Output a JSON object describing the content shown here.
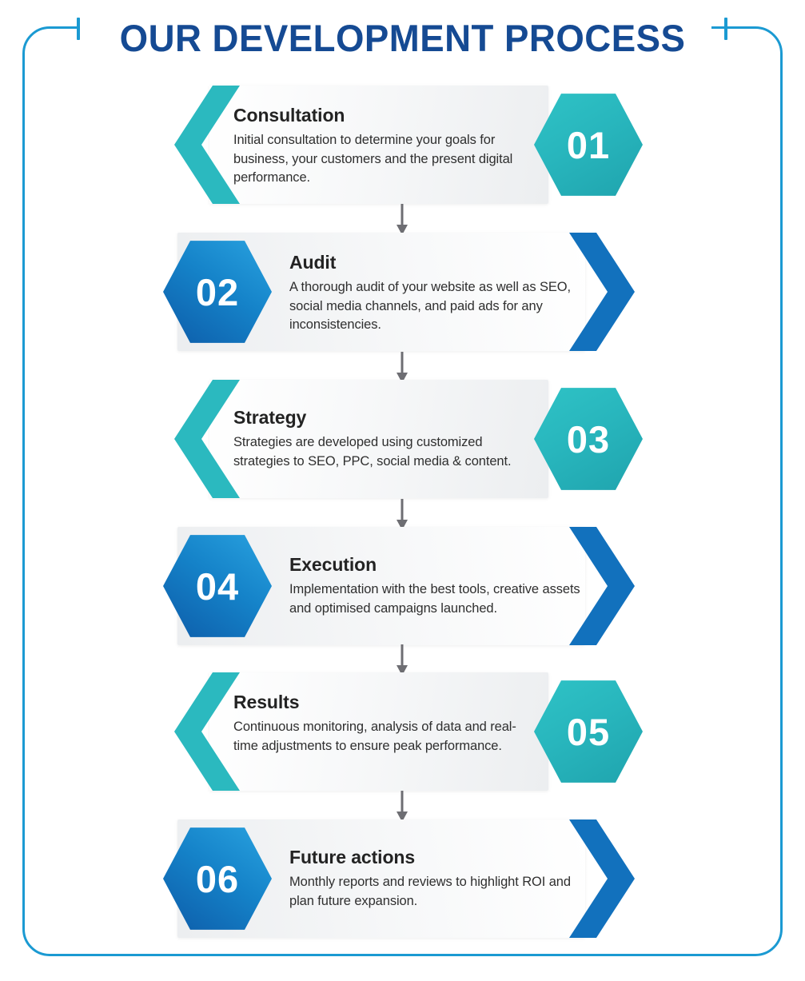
{
  "page": {
    "title": "OUR DEVELOPMENT PROCESS",
    "title_color": "#154a93",
    "frame_color": "#1b9ad2",
    "background": "#ffffff",
    "accent_teal": "#2bb9bf",
    "accent_blue": "#1271bd",
    "connector_color": "#6e6e73",
    "card_background": "#f4f5f6",
    "heading_color": "#232323",
    "body_color": "#2f2f2f",
    "number_color": "#ffffff"
  },
  "steps": [
    {
      "number": "01",
      "title": "Consultation",
      "description": "Initial consultation to determine your goals for business, your customers and the present digital performance.",
      "theme": "teal",
      "chevron": "chevron-left",
      "hexagon_side": "right"
    },
    {
      "number": "02",
      "title": "Audit",
      "description": "A thorough audit of your website as well as SEO, social media channels, and paid ads for any inconsistencies.",
      "theme": "blue",
      "chevron": "chevron-right",
      "hexagon_side": "left"
    },
    {
      "number": "03",
      "title": "Strategy",
      "description": "Strategies are developed using customized strategies to SEO, PPC, social media & content.",
      "theme": "teal",
      "chevron": "chevron-left",
      "hexagon_side": "right"
    },
    {
      "number": "04",
      "title": "Execution",
      "description": "Implementation with the best tools, creative assets and optimised campaigns launched.",
      "theme": "blue",
      "chevron": "chevron-right",
      "hexagon_side": "left"
    },
    {
      "number": "05",
      "title": "Results",
      "description": "Continuous monitoring, analysis of data and real-time adjustments to ensure peak performance.",
      "theme": "teal",
      "chevron": "chevron-left",
      "hexagon_side": "right"
    },
    {
      "number": "06",
      "title": "Future actions",
      "description": "Monthly reports and reviews to highlight ROI and plan future expansion.",
      "theme": "blue",
      "chevron": "chevron-right",
      "hexagon_side": "left"
    }
  ],
  "connectors": [
    {
      "icon": "arrow-down-icon"
    },
    {
      "icon": "arrow-down-icon"
    },
    {
      "icon": "arrow-down-icon"
    },
    {
      "icon": "arrow-down-icon"
    },
    {
      "icon": "arrow-down-icon"
    }
  ]
}
